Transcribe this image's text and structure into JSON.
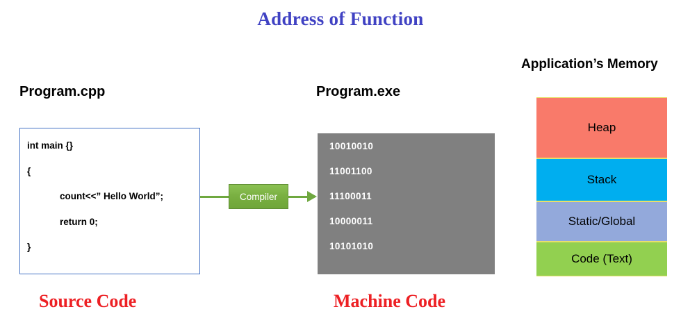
{
  "title": "Address of Function",
  "colors": {
    "title": "#4042C3",
    "caption": "#ED2024",
    "code_box_border": "#4472C4",
    "compiler_green": "#78AE40",
    "connector_green": "#6FA840",
    "exe_gray": "#808080",
    "heap": "#F97A6A",
    "stack": "#00AEEF",
    "static_global": "#93A9DB",
    "code_text": "#92D050"
  },
  "source_panel": {
    "heading": "Program.cpp",
    "caption": "Source Code",
    "code_lines": [
      "int main {}",
      "{",
      "count<<” Hello World”;",
      "return 0;",
      "}"
    ]
  },
  "compiler": {
    "label": "Compiler",
    "arrow_icon": "arrow-right-icon"
  },
  "exe_panel": {
    "heading": "Program.exe",
    "caption": "Machine Code",
    "binary_lines": [
      "10010010",
      "11001100",
      "11100011",
      "10000011",
      "10101010"
    ]
  },
  "memory_panel": {
    "heading": "Application’s Memory",
    "blocks": [
      {
        "label": "Heap",
        "color": "#F97A6A"
      },
      {
        "label": "Stack",
        "color": "#00AEEF"
      },
      {
        "label": "Static/Global",
        "color": "#93A9DB"
      },
      {
        "label": "Code (Text)",
        "color": "#92D050"
      }
    ]
  }
}
